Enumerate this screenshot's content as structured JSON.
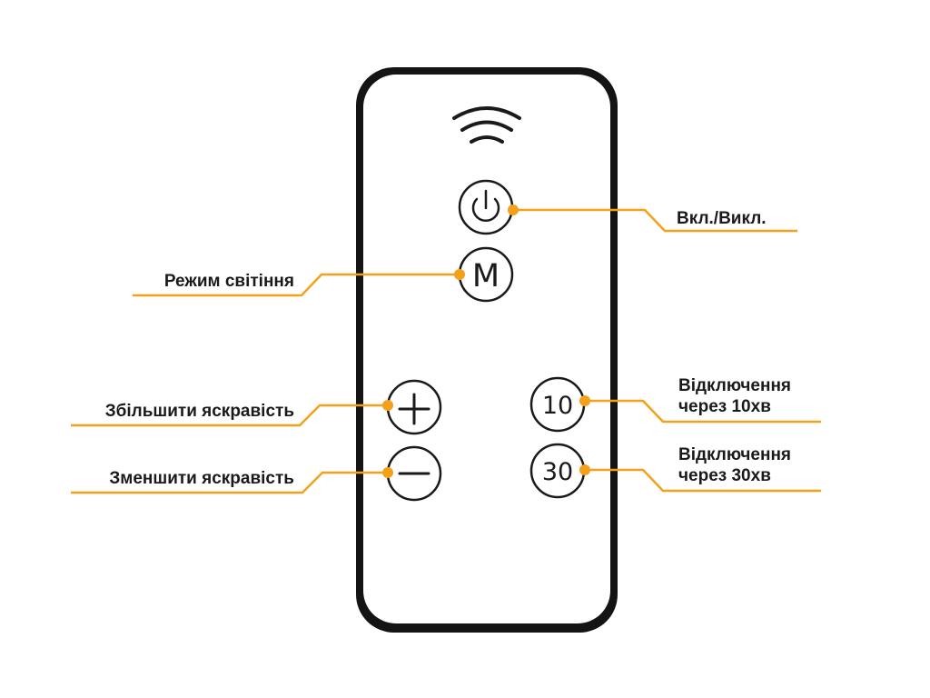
{
  "colors": {
    "accent": "#f5a01a",
    "remote_body": "#ffffff",
    "remote_frame": "#141414",
    "button_stroke": "#1a1a1a",
    "label_text": "#1a1a1a"
  },
  "buttons": {
    "power": {
      "icon": "power-icon"
    },
    "mode": {
      "label": "M"
    },
    "plus": {
      "icon": "plus-icon"
    },
    "minus": {
      "icon": "minus-icon"
    },
    "timer10": {
      "label": "10"
    },
    "timer30": {
      "label": "30"
    }
  },
  "signal": {
    "icon": "wireless-signal-icon"
  },
  "callouts": {
    "power": "Вкл./Викл.",
    "mode": "Режим світіння",
    "brightness_up": "Збільшити яскравість",
    "brightness_down": "Зменшити яскравість",
    "timer10_line1": "Відключення",
    "timer10_line2": "через 10хв",
    "timer30_line1": "Відключення",
    "timer30_line2": "через 30хв"
  }
}
